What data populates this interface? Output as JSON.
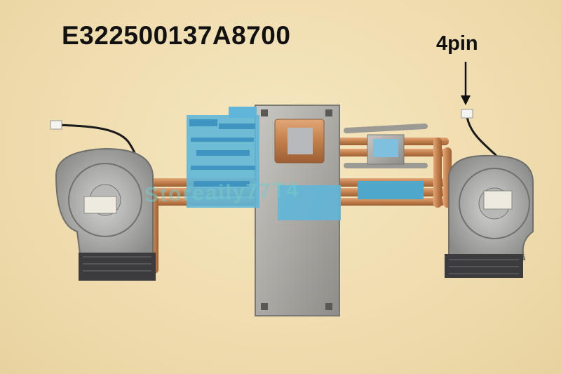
{
  "photo": {
    "part_number": "E322500137A8700",
    "connector_label": "4pin",
    "watermark": "Storeaily77T4",
    "colors": {
      "background": "#f1dfb3",
      "copper": "#c98a57",
      "fan_housing": "#9a9a98",
      "foam": "#3c3c3e",
      "blue_tape": "#5fb6d8"
    }
  }
}
